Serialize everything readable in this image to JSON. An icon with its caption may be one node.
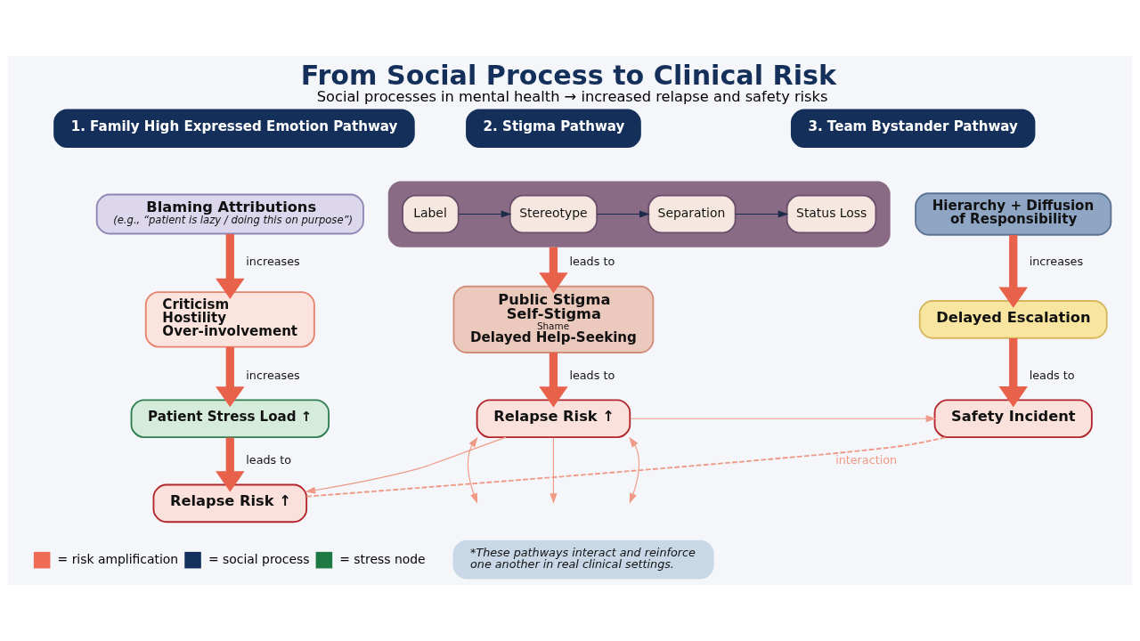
{
  "diagram": {
    "title": "From Social Process to Clinical Risk",
    "caption": "Social processes in mental health → increased relapse and safety risks",
    "nodes": [
      {
        "text": [
          "1. Family High Expressed Emotion Pathway"
        ]
      },
      {
        "text": [
          "Blaming Attributions",
          "(e.g., “patient is lazy / doing this on purpose”)"
        ]
      },
      {
        "text": [
          "Criticism",
          "Hostility",
          "Over-involvement"
        ]
      },
      {
        "text": [
          "Patient Stress Load ↑"
        ]
      },
      {
        "text": [
          "Relapse Risk ↑"
        ]
      },
      {
        "text": [
          "2. Stigma Pathway"
        ]
      },
      {
        "text": [],
        "shape": "box"
      },
      {
        "text": [
          "Label"
        ],
        "in": 6
      },
      {
        "text": [
          "Stereotype"
        ],
        "in": 6
      },
      {
        "text": [
          "Separation"
        ],
        "in": 6
      },
      {
        "text": [
          "Status Loss"
        ],
        "in": 6
      },
      {
        "text": [
          "Public Stigma",
          "Self-Stigma",
          "Shame",
          "Delayed Help-Seeking"
        ]
      },
      {
        "text": [
          "Relapse Risk ↑"
        ]
      },
      {
        "text": [
          "3. Team Bystander Pathway"
        ]
      },
      {
        "text": [
          "Hierarchy + Diffusion of Responsibility"
        ]
      },
      {
        "text": [
          "Delayed Escalation"
        ]
      },
      {
        "text": [
          "Safety Incident"
        ]
      },
      {
        "text": [
          "*These pathways interact and reinforce one another in real clinical settings."
        ]
      }
    ],
    "edges": [
      {
        "from": 1,
        "to": 2,
        "arrow": "to",
        "label": "increases",
        "style": "thick"
      },
      {
        "from": 2,
        "to": 3,
        "arrow": "to",
        "label": "increases",
        "style": "thick"
      },
      {
        "from": 3,
        "to": 4,
        "arrow": "to",
        "label": "leads to",
        "style": "thick"
      },
      {
        "from": 7,
        "to": 8,
        "arrow": "to",
        "color": "#1c2b4a"
      },
      {
        "from": 8,
        "to": 9,
        "arrow": "to",
        "color": "#1c2b4a"
      },
      {
        "from": 9,
        "to": 10,
        "arrow": "to",
        "color": "#1c2b4a"
      },
      {
        "from": 6,
        "to": 11,
        "arrow": "to",
        "label": "leads to",
        "style": "thick"
      },
      {
        "from": 11,
        "to": 12,
        "arrow": "to",
        "label": "leads to",
        "style": "thick"
      },
      {
        "from": 14,
        "to": 15,
        "arrow": "to",
        "label": "increases",
        "style": "thick"
      },
      {
        "from": 15,
        "to": 16,
        "arrow": "to",
        "label": "leads to",
        "style": "thick"
      },
      {
        "from": 12,
        "to": 4,
        "arrow": "to",
        "color": "#ef9a86"
      },
      {
        "from": 12,
        "to": 16,
        "arrow": "to",
        "color": "#ef9a86"
      },
      {
        "from": 4,
        "to": 16,
        "arrow": "none",
        "label": "interaction",
        "style": "dashed",
        "color": "#ef9a86"
      },
      {
        "from": 12,
        "to": null,
        "arrow": "to",
        "color": "#ef9a86"
      },
      {
        "from": 12,
        "to": null,
        "arrow": "both",
        "color": "#ef9a86"
      },
      {
        "from": 12,
        "to": null,
        "arrow": "both",
        "color": "#ef9a86"
      }
    ],
    "legend": [
      {
        "text": "= risk amplification",
        "color": "#ee6b55"
      },
      {
        "text": "= social process",
        "color": "#13315c"
      },
      {
        "text": "= stress node",
        "color": "#1e7a45"
      }
    ]
  }
}
